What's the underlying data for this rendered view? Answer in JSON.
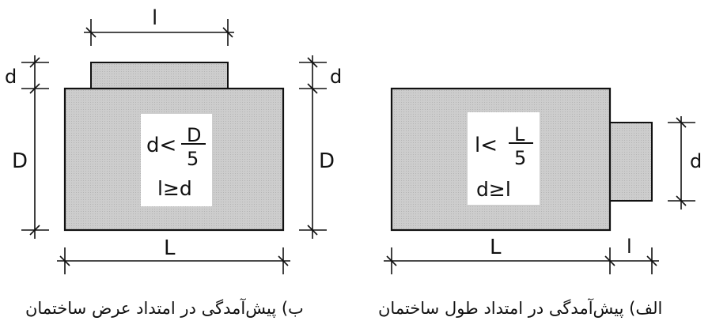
{
  "colors": {
    "hatch_fill": "#c8c8c8",
    "stroke": "#111111",
    "background": "#ffffff"
  },
  "figure_b": {
    "caption": "ب) پیش‌آمدگی در امتداد عرض ساختمان",
    "dim_projection_width": "l",
    "dim_projection_depth_left": "d",
    "dim_projection_depth_right": "d",
    "dim_depth_left": "D",
    "dim_depth_right": "D",
    "dim_length": "L",
    "formula": {
      "rule1_lhs": "d<",
      "rule1_numerator": "D",
      "rule1_denominator": "5",
      "rule2": "l≥d"
    }
  },
  "figure_a": {
    "caption": "الف) پیش‌آمدگی در امتداد طول ساختمان",
    "dim_projection_depth": "d",
    "dim_length": "L",
    "dim_projection_width": "l",
    "formula": {
      "rule1_lhs": "l<",
      "rule1_numerator": "L",
      "rule1_denominator": "5",
      "rule2": "d≥l"
    }
  }
}
